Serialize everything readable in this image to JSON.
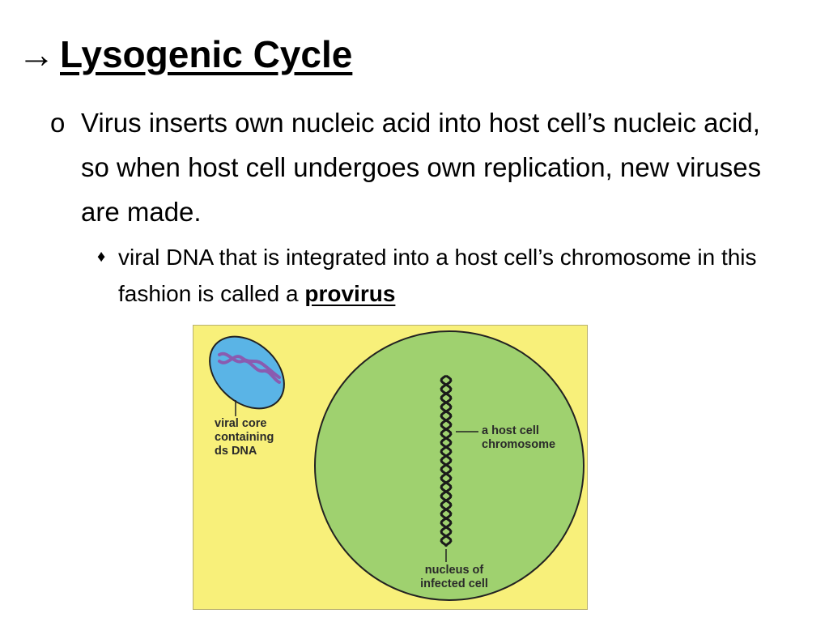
{
  "slide": {
    "title": "Lysogenic Cycle",
    "title_marker": "→",
    "bullet_marker": "o",
    "bullet_text": "Virus inserts own nucleic acid into host cell’s nucleic acid, so when host cell undergoes own replication, new viruses are made.",
    "sub_marker": "♦",
    "sub_text": "viral DNA that is integrated into a host cell’s chromosome in this fashion is called a ",
    "sub_term": "provirus"
  },
  "figure": {
    "label_viral_core": "viral core\ncontaining\nds DNA",
    "label_chromosome": "a host cell\nchromosome",
    "label_nucleus": "nucleus of\ninfected cell",
    "colors": {
      "background": "#f8f07a",
      "nucleus": "#9fd16f",
      "viral_core": "#5ab4e6",
      "viral_dna": "#8a5bb0",
      "chromosome": "#1a1a1a"
    }
  }
}
